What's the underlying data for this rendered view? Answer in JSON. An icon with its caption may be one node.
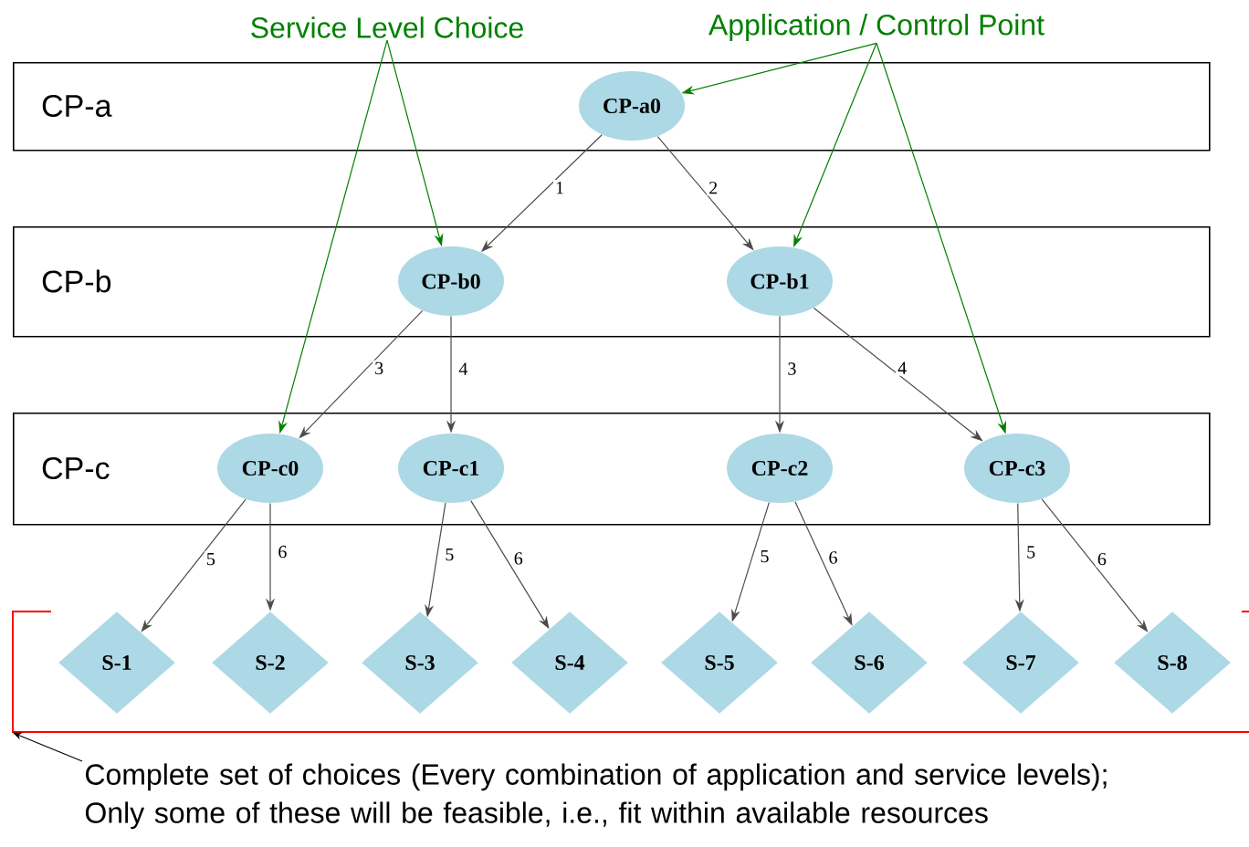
{
  "diagram": {
    "nodes": [
      {
        "text": [
          "Service Level Choice"
        ]
      },
      {
        "text": [
          "Application / Control Point"
        ]
      },
      {
        "text": [
          "CP-a"
        ]
      },
      {
        "text": [
          "CP-a0"
        ],
        "in": 2
      },
      {
        "text": [
          "CP-b"
        ]
      },
      {
        "text": [
          "CP-b0"
        ],
        "in": 4
      },
      {
        "text": [
          "CP-b1"
        ],
        "in": 4
      },
      {
        "text": [
          "CP-c"
        ]
      },
      {
        "text": [
          "CP-c0"
        ],
        "in": 7
      },
      {
        "text": [
          "CP-c1"
        ],
        "in": 7
      },
      {
        "text": [
          "CP-c2"
        ],
        "in": 7
      },
      {
        "text": [
          "CP-c3"
        ],
        "in": 7
      },
      {
        "text": [],
        "shape": "box"
      },
      {
        "text": [
          "S-1"
        ],
        "in": 12
      },
      {
        "text": [
          "S-2"
        ],
        "in": 12
      },
      {
        "text": [
          "S-3"
        ],
        "in": 12
      },
      {
        "text": [
          "S-4"
        ],
        "in": 12
      },
      {
        "text": [
          "S-5"
        ],
        "in": 12
      },
      {
        "text": [
          "S-6"
        ],
        "in": 12
      },
      {
        "text": [
          "S-7"
        ],
        "in": 12
      },
      {
        "text": [
          "S-8"
        ],
        "in": 12
      },
      {
        "text": [
          "Complete set of choices (Every combination of application and service levels); Only some of these will be feasible, i.e., fit within available resources"
        ]
      }
    ],
    "edges": [
      {
        "from": 3,
        "to": 5,
        "arrow": "to",
        "label": "1"
      },
      {
        "from": 3,
        "to": 6,
        "arrow": "to",
        "label": "2"
      },
      {
        "from": 5,
        "to": 8,
        "arrow": "to",
        "label": "3"
      },
      {
        "from": 5,
        "to": 9,
        "arrow": "to",
        "label": "4"
      },
      {
        "from": 6,
        "to": 10,
        "arrow": "to",
        "label": "3"
      },
      {
        "from": 6,
        "to": 11,
        "arrow": "to",
        "label": "4"
      },
      {
        "from": 8,
        "to": 13,
        "arrow": "to",
        "label": "5"
      },
      {
        "from": 8,
        "to": 14,
        "arrow": "to",
        "label": "6"
      },
      {
        "from": 9,
        "to": 15,
        "arrow": "to",
        "label": "5"
      },
      {
        "from": 9,
        "to": 16,
        "arrow": "to",
        "label": "6"
      },
      {
        "from": 10,
        "to": 17,
        "arrow": "to",
        "label": "5"
      },
      {
        "from": 10,
        "to": 18,
        "arrow": "to",
        "label": "6"
      },
      {
        "from": 11,
        "to": 19,
        "arrow": "to",
        "label": "5"
      },
      {
        "from": 11,
        "to": 20,
        "arrow": "to",
        "label": "6"
      },
      {
        "from": 0,
        "to": 5,
        "arrow": "to",
        "color": "#008000"
      },
      {
        "from": 0,
        "to": 8,
        "arrow": "to",
        "color": "#008000"
      },
      {
        "from": 1,
        "to": 3,
        "arrow": "to",
        "color": "#008000"
      },
      {
        "from": 1,
        "to": 6,
        "arrow": "to",
        "color": "#008000"
      },
      {
        "from": 1,
        "to": 11,
        "arrow": "to",
        "color": "#008000"
      },
      {
        "from": 21,
        "to": 12,
        "arrow": "to",
        "color": "#000000"
      }
    ]
  }
}
